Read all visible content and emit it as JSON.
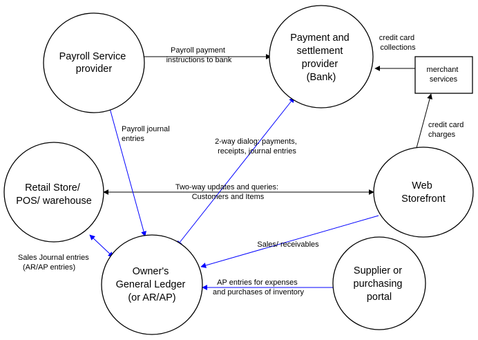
{
  "colors": {
    "black": "#000000",
    "blue": "#0000ff"
  },
  "nodes": {
    "payroll": {
      "lines": [
        "Payroll Service",
        "provider"
      ]
    },
    "bank": {
      "lines": [
        "Payment and",
        "settlement",
        "provider",
        "(Bank)"
      ]
    },
    "merchant": {
      "lines": [
        "merchant",
        "services"
      ]
    },
    "retail": {
      "lines": [
        "Retail Store/",
        "POS/ warehouse"
      ]
    },
    "web": {
      "lines": [
        "Web",
        "Storefront"
      ]
    },
    "ledger": {
      "lines": [
        "Owner's",
        "General Ledger",
        "(or AR/AP)"
      ]
    },
    "supplier": {
      "lines": [
        "Supplier or",
        "purchasing",
        "portal"
      ]
    }
  },
  "edges": {
    "payroll_to_bank": {
      "lines": [
        "Payroll payment",
        "instructions to bank"
      ]
    },
    "merchant_to_bank": {
      "lines": [
        "credit card",
        "collections"
      ]
    },
    "web_to_merchant": {
      "lines": [
        "credit card",
        "charges"
      ]
    },
    "payroll_to_ledger": {
      "lines": [
        "Payroll journal",
        "entries"
      ]
    },
    "ledger_bank": {
      "lines": [
        "2-way dialog: payments,",
        "receipts, journal entries"
      ]
    },
    "retail_web": {
      "lines": [
        "Two-way updates and queries:",
        "Customers and Items"
      ]
    },
    "web_to_ledger": {
      "lines": [
        "Sales/ receivables"
      ]
    },
    "retail_ledger": {
      "lines": [
        "Sales Journal entries",
        "(AR/AP entries)"
      ]
    },
    "supplier_to_ledger": {
      "lines": [
        "AP entries for expenses",
        "and purchases of inventory"
      ]
    }
  }
}
